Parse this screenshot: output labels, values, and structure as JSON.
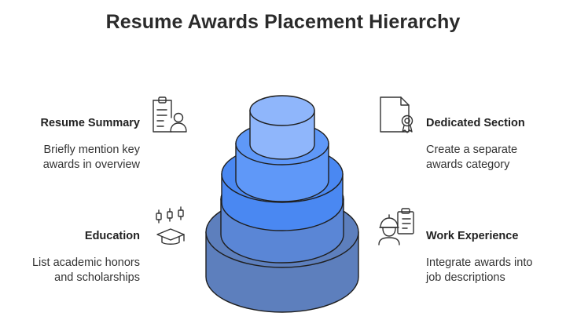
{
  "title": "Resume Awards Placement Hierarchy",
  "items": {
    "resume_summary": {
      "title": "Resume Summary",
      "desc_line1": "Briefly mention key",
      "desc_line2": "awards in overview",
      "icon": "resume-person-icon"
    },
    "education": {
      "title": "Education",
      "desc_line1": "List academic honors",
      "desc_line2": "and scholarships",
      "icon": "graduation-cap-icon"
    },
    "dedicated_section": {
      "title": "Dedicated Section",
      "desc_line1": "Create a separate",
      "desc_line2": "awards category",
      "icon": "document-award-icon"
    },
    "work_experience": {
      "title": "Work Experience",
      "desc_line1": "Integrate awards into",
      "desc_line2": "job descriptions",
      "icon": "worker-clipboard-icon"
    }
  },
  "colors": {
    "tier1": "#8fb6fb",
    "tier2": "#5f98f8",
    "tier3": "#4a88f2",
    "tier4": "#5a86d6",
    "tier5": "#5d7fbd",
    "outline": "#1f1f1f"
  }
}
